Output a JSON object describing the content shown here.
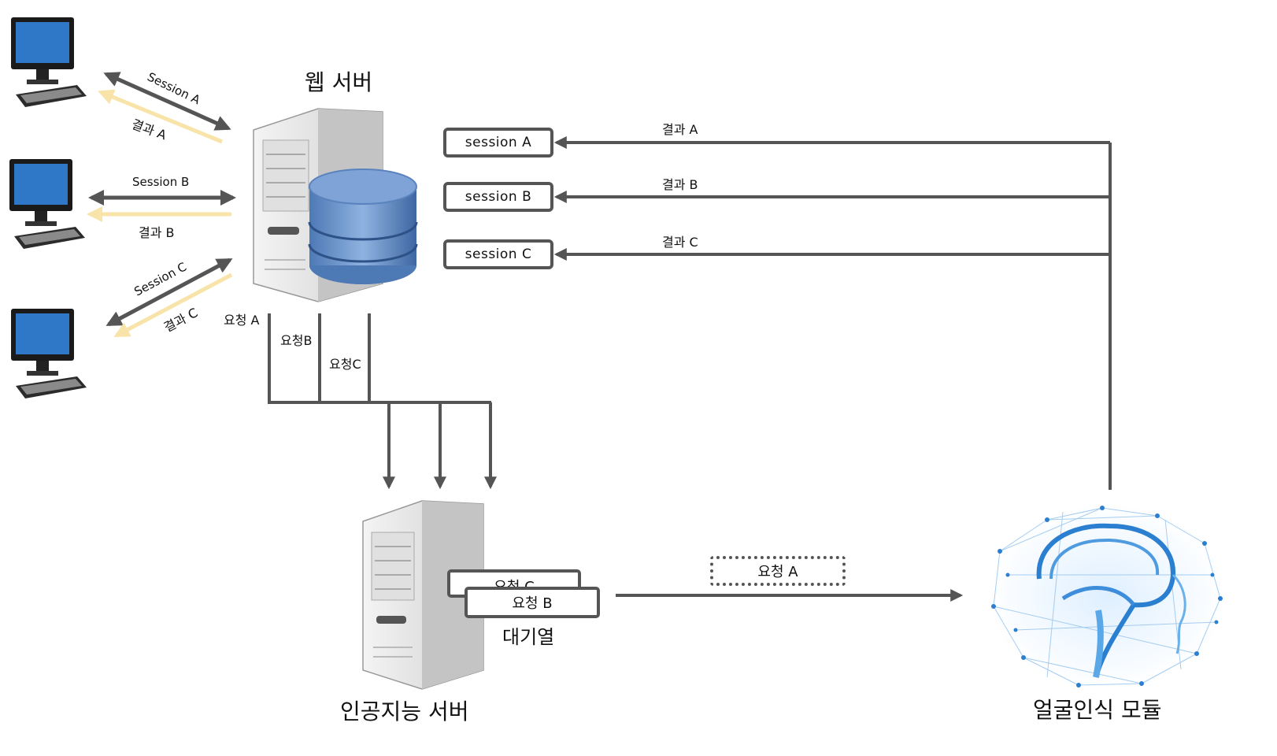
{
  "web_server": {
    "title": "웹 서버"
  },
  "ai_server": {
    "title": "인공지능 서버",
    "queue_label": "대기열",
    "queue_items": [
      "요청 C",
      "요청 B"
    ]
  },
  "face_module": {
    "title": "얼굴인식 모듈"
  },
  "client_links": [
    {
      "session": "Session A",
      "result": "결과 A"
    },
    {
      "session": "Session B",
      "result": "결과 B"
    },
    {
      "session": "Session C",
      "result": "결과 C"
    }
  ],
  "sessions": [
    {
      "label": "session A",
      "result": "결과 A"
    },
    {
      "label": "session B",
      "result": "결과 B"
    },
    {
      "label": "session C",
      "result": "결과 C"
    }
  ],
  "requests": [
    "요청 A",
    "요청B",
    "요청C"
  ],
  "inflight_request": "요청 A",
  "colors": {
    "line": "#555555",
    "result_arrow": "#f8e3a8",
    "screen": "#2f78c8",
    "brain": "#2b7fd0"
  }
}
